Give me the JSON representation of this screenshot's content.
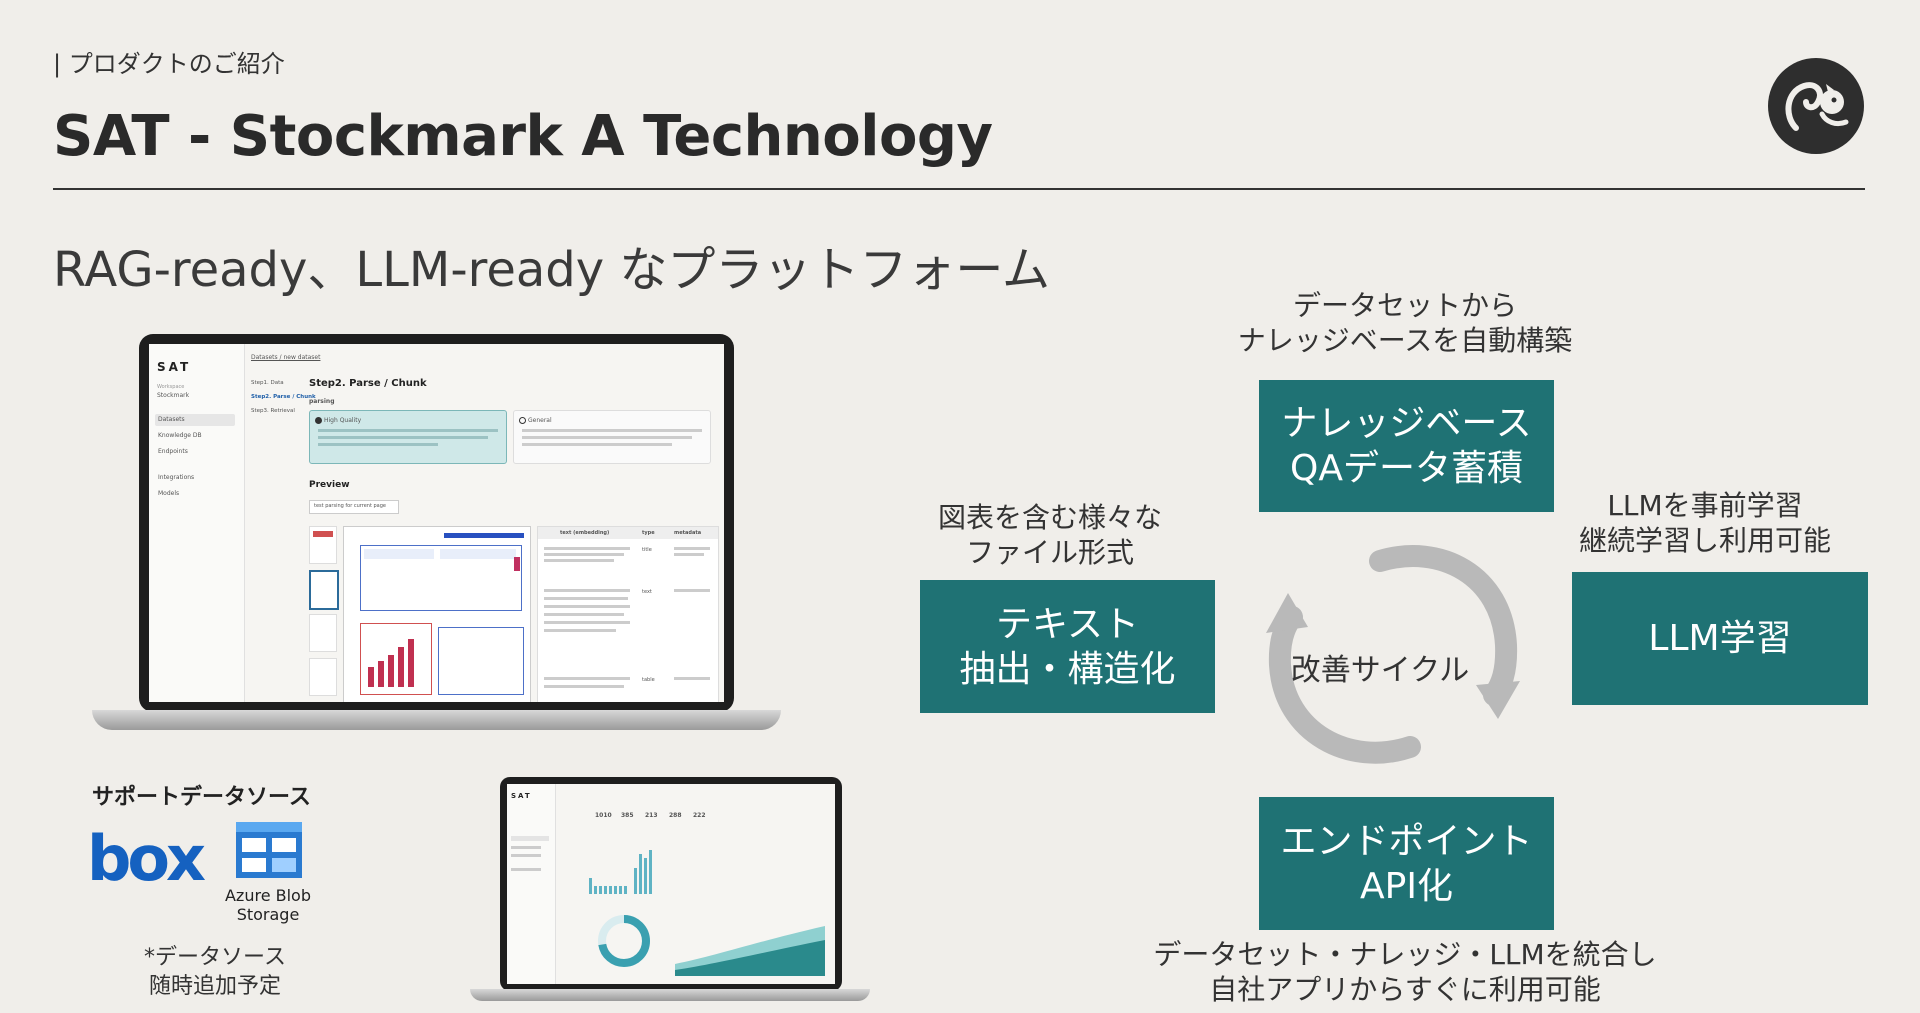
{
  "header": {
    "section_tag": "| プロダクトのご紹介",
    "title": "SAT - Stockmark A Technology",
    "subtitle": "RAG-ready、LLM-ready なプラットフォーム"
  },
  "diagram": {
    "top_caption": [
      "データセットから",
      "ナレッジベースを自動構築"
    ],
    "top_box": [
      "ナレッジベース",
      "QAデータ蓄積"
    ],
    "left_caption": [
      "図表を含む様々な",
      "ファイル形式"
    ],
    "left_box": [
      "テキスト",
      "抽出・構造化"
    ],
    "right_caption": [
      "LLMを事前学習",
      "継続学習し利用可能"
    ],
    "right_box": [
      "LLM学習"
    ],
    "bottom_box": [
      "エンドポイント",
      "API化"
    ],
    "bottom_caption": [
      "データセット・ナレッジ・LLMを統合し",
      "自社アプリからすぐに利用可能"
    ],
    "cycle_label": "改善サイクル"
  },
  "screen1": {
    "logo": "SAT",
    "workspace_label": "Workspace",
    "workspace_name": "Stockmark",
    "nav": [
      "Datasets",
      "Knowledge DB",
      "Endpoints",
      "Integrations",
      "Models"
    ],
    "breadcrumb": "Datasets / new dataset",
    "steps": [
      "Step1. Data",
      "Step2. Parse / Chunk",
      "Step3. Retrieval"
    ],
    "heading": "Step2. Parse / Chunk",
    "parsing_label": "parsing",
    "option_high": "High Quality",
    "option_general": "General",
    "preview_label": "Preview",
    "preview_button": "test parsing for current page",
    "table_headers": [
      "text (embedding)",
      "type",
      "metadata"
    ],
    "table_types": [
      "title",
      "text",
      "table"
    ]
  },
  "screen2": {
    "logo": "SAT",
    "stats": [
      "1010",
      "385",
      "213",
      "288",
      "222"
    ]
  },
  "support": {
    "title": "サポートデータソース",
    "box_label": "box",
    "azure_label": [
      "Azure Blob",
      "Storage"
    ],
    "note": [
      "*データソース",
      "随時追加予定"
    ]
  },
  "colors": {
    "teal": "#1f7274",
    "background": "#f0eeea",
    "box_blue": "#1561c0",
    "azure_blue": "#2a7ad0"
  },
  "icons": {
    "logo": "squirrel-icon",
    "cycle": "cycle-arrows-icon",
    "azure": "azure-blob-icon"
  }
}
